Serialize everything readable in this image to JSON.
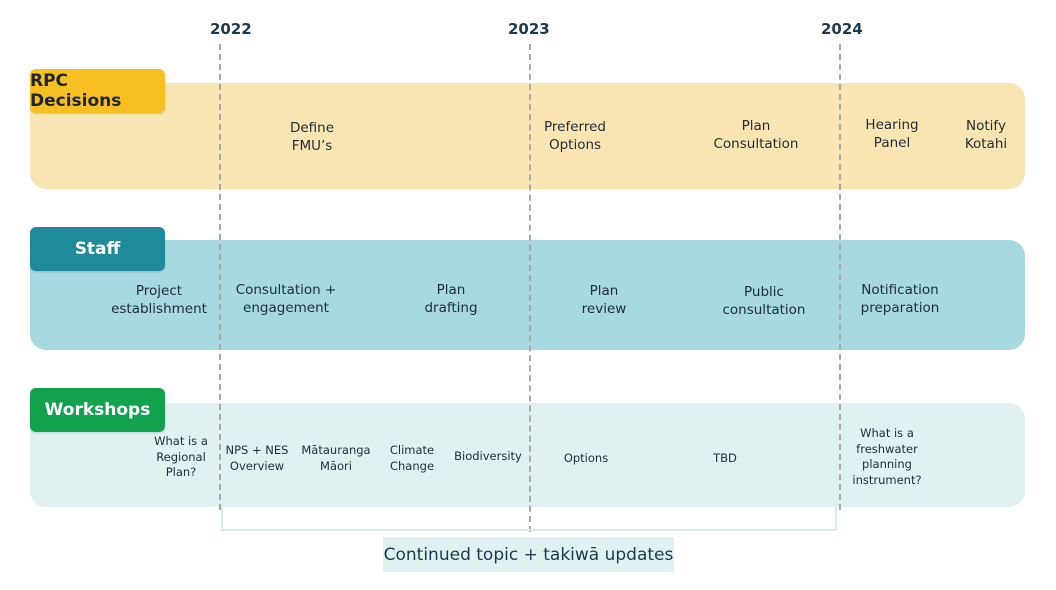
{
  "years": [
    "2022",
    "2023",
    "2024"
  ],
  "rows": {
    "rpc": {
      "label": "RPC Decisions",
      "color": "#f9e5b1",
      "tag_color": "#f8bf22",
      "items": [
        "Define\nFMU’s",
        "Preferred\nOptions",
        "Plan\nConsultation",
        "Hearing\nPanel",
        "Notify\nKotahi"
      ]
    },
    "staff": {
      "label": "Staff",
      "color": "#a6d9e0",
      "tag_color": "#1f8a9c",
      "items": [
        "Project\nestablishment",
        "Consultation +\nengagement",
        "Plan\ndrafting",
        "Plan\nreview",
        "Public\nconsultation",
        "Notification\npreparation"
      ]
    },
    "workshops": {
      "label": "Workshops",
      "color": "#dff1f1",
      "tag_color": "#12a14f",
      "items": [
        "What is a\nRegional\nPlan?",
        "NPS + NES\nOverview",
        "Mātauranga\nMāori",
        "Climate\nChange",
        "Biodiversity",
        "Options",
        "TBD",
        "What is a\nfreshwater\nplanning\ninstrument?"
      ]
    }
  },
  "footer": "Continued topic + takiwā updates"
}
